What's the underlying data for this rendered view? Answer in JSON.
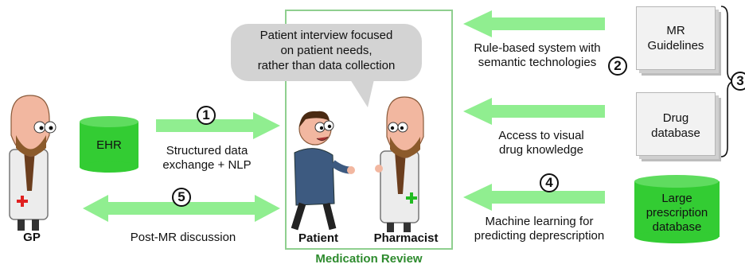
{
  "bubble_text": [
    "Patient interview focused",
    "on patient needs,",
    "rather than data collection"
  ],
  "actors": {
    "gp": "GP",
    "patient": "Patient",
    "pharmacist": "Pharmacist"
  },
  "review_label": "Medication Review",
  "ehr_label": "EHR",
  "flow1": {
    "number": "1",
    "caption_line1": "Structured data",
    "caption_line2": "exchange + NLP"
  },
  "flow5": {
    "number": "5",
    "caption": "Post-MR discussion"
  },
  "flow2": {
    "number": "2",
    "caption_line1": "Rule-based system with",
    "caption_line2": "semantic technologies"
  },
  "flow_visual": {
    "caption_line1": "Access to visual",
    "caption_line2": "drug knowledge"
  },
  "flow4": {
    "number": "4",
    "caption_line1": "Machine learning for",
    "caption_line2": "predicting deprescription"
  },
  "mr_guidelines": [
    "MR",
    "Guidelines"
  ],
  "drug_database": [
    "Drug",
    "database"
  ],
  "large_db": [
    "Large",
    "prescription",
    "database"
  ],
  "group_number": "3",
  "colors": {
    "arrow": "#90ee90",
    "cylinder": "#33cc33",
    "box": "#8fcf8f",
    "label": "#2e8b2e"
  }
}
